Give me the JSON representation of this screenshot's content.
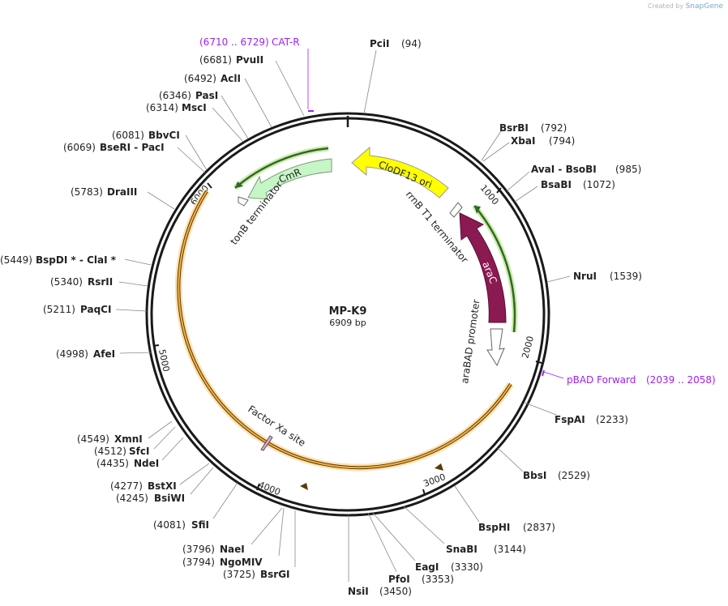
{
  "credit": {
    "prefix": "Created by",
    "brand": "SnapGene"
  },
  "plasmid": {
    "name": "MP-K9",
    "length_label": "6909 bp",
    "length": 6909
  },
  "colors": {
    "backbone": "#1a1a1a",
    "primer": "#a020f0",
    "ori": "#ffff00",
    "cmr": "#c6f5c6",
    "arac": "#8b1a52",
    "orf": "#f5b041",
    "orf_glow": "#8bc34a"
  },
  "ticks": [
    {
      "bp": 1000,
      "label": "1000"
    },
    {
      "bp": 2000,
      "label": "2000"
    },
    {
      "bp": 3000,
      "label": "3000"
    },
    {
      "bp": 4000,
      "label": "4000"
    },
    {
      "bp": 5000,
      "label": "5000"
    },
    {
      "bp": 6000,
      "label": "6000"
    }
  ],
  "sites": [
    {
      "name": "PciI",
      "pos": "(94)"
    },
    {
      "name": "BsrBI",
      "pos": "(792)"
    },
    {
      "name": "XbaI",
      "pos": "(794)"
    },
    {
      "name": "AvaI  -  BsoBI",
      "pos": "(985)"
    },
    {
      "name": "BsaBI",
      "pos": "(1072)"
    },
    {
      "name": "NruI",
      "pos": "(1539)"
    },
    {
      "name": "FspAI",
      "pos": "(2233)"
    },
    {
      "name": "BbsI",
      "pos": "(2529)"
    },
    {
      "name": "BspHI",
      "pos": "(2837)"
    },
    {
      "name": "SnaBI",
      "pos": "(3144)"
    },
    {
      "name": "EagI",
      "pos": "(3330)"
    },
    {
      "name": "PfoI",
      "pos": "(3353)"
    },
    {
      "name": "NsiI",
      "pos": "(3450)"
    },
    {
      "name": "BsrGI",
      "pos": "(3725)"
    },
    {
      "name": "NgoMIV",
      "pos": "(3794)"
    },
    {
      "name": "NaeI",
      "pos": "(3796)"
    },
    {
      "name": "SfiI",
      "pos": "(4081)"
    },
    {
      "name": "BsiWI",
      "pos": "(4245)"
    },
    {
      "name": "BstXI",
      "pos": "(4277)"
    },
    {
      "name": "NdeI",
      "pos": "(4435)"
    },
    {
      "name": "SfcI",
      "pos": "(4512)"
    },
    {
      "name": "XmnI",
      "pos": "(4549)"
    },
    {
      "name": "AfeI",
      "pos": "(4998)"
    },
    {
      "name": "PaqCI",
      "pos": "(5211)"
    },
    {
      "name": "RsrII",
      "pos": "(5340)"
    },
    {
      "name": "BspDI *  -  ClaI *",
      "pos": "(5449)"
    },
    {
      "name": "DraIII",
      "pos": "(5783)"
    },
    {
      "name": "BseRI  -  PacI",
      "pos": "(6069)"
    },
    {
      "name": "BbvCI",
      "pos": "(6081)"
    },
    {
      "name": "MscI",
      "pos": "(6314)"
    },
    {
      "name": "PasI",
      "pos": "(6346)"
    },
    {
      "name": "AclI",
      "pos": "(6492)"
    },
    {
      "name": "PvuII",
      "pos": "(6681)"
    }
  ],
  "primers": [
    {
      "range": "(6710 .. 6729)",
      "name": "CAT-R"
    },
    {
      "name": "pBAD Forward",
      "range": "(2039 .. 2058)"
    }
  ],
  "features": {
    "ori": "CloDF13 ori",
    "cmr": "CmR",
    "arac": "araC",
    "rrnb": "rrnB T1 terminator",
    "tonb": "tonB terminator",
    "arabad": "araBAD promoter",
    "factorxa": "Factor Xa site"
  }
}
